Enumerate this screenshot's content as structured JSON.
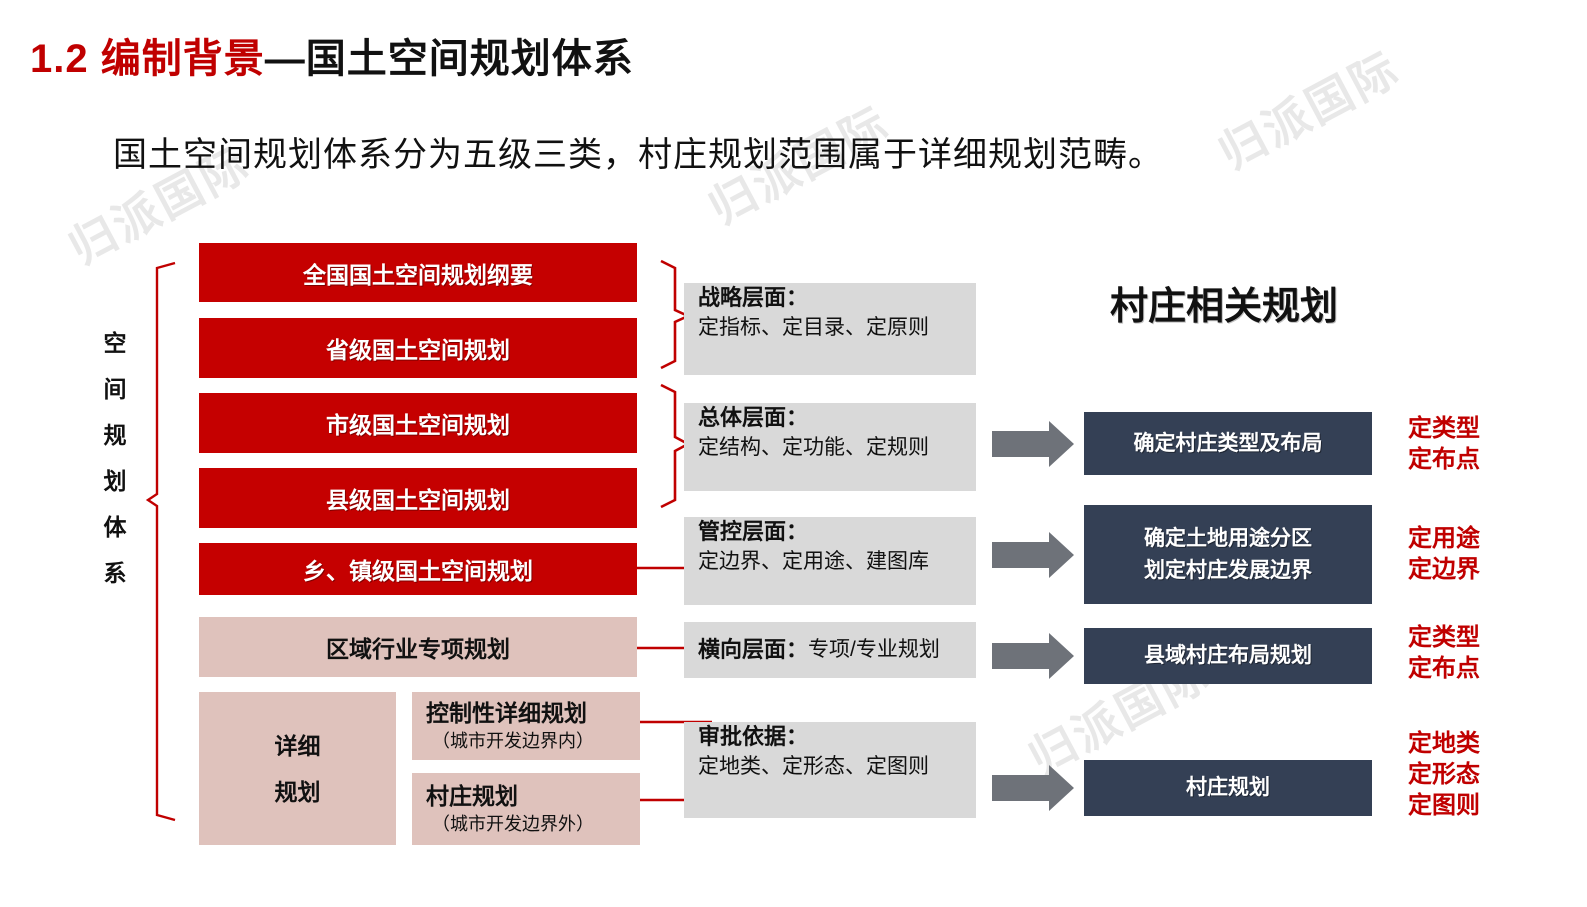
{
  "title": {
    "number_and_red": "1.2 编制背景",
    "black": "—国土空间规划体系"
  },
  "subtitle": "国土空间规划体系分为五级三类，村庄规划范围属于详细规划范畴。",
  "watermark": "归派国际",
  "left_axis_label": [
    "空",
    "间",
    "规",
    "划",
    "体",
    "系"
  ],
  "levels": [
    {
      "label": "全国国土空间规划纲要",
      "style": "red"
    },
    {
      "label": "省级国土空间规划",
      "style": "red"
    },
    {
      "label": "市级国土空间规划",
      "style": "red"
    },
    {
      "label": "县级国土空间规划",
      "style": "red"
    },
    {
      "label": "乡、镇级国土空间规划",
      "style": "red"
    },
    {
      "label": "区域行业专项规划",
      "style": "pink"
    },
    {
      "label": "详细\n规划",
      "style": "pink"
    }
  ],
  "detail_label_line1": "详细",
  "detail_label_line2": "规划",
  "detail_boxes": [
    {
      "head": "控制性详细规划",
      "note": "（城市开发边界内）"
    },
    {
      "head": "村庄规划",
      "note": "（城市开发边界外）"
    }
  ],
  "middle_boxes": [
    {
      "head": "战略层面：",
      "sub": "定指标、定目录、定原则",
      "inline": false
    },
    {
      "head": "总体层面：",
      "sub": "定结构、定功能、定规则",
      "inline": false
    },
    {
      "head": "管控层面：",
      "sub": "定边界、定用途、建图库",
      "inline": false
    },
    {
      "head": "横向层面：",
      "sub": "专项/专业规划",
      "inline": true
    },
    {
      "head": "审批依据：",
      "sub": "定地类、定形态、定图则",
      "inline": false
    }
  ],
  "right_heading": "村庄相关规划",
  "right_boxes": [
    {
      "lines": [
        "确定村庄类型及布局"
      ]
    },
    {
      "lines": [
        "确定土地用途分区",
        "划定村庄发展边界"
      ]
    },
    {
      "lines": [
        "县域村庄布局规划"
      ]
    },
    {
      "lines": [
        "村庄规划"
      ]
    }
  ],
  "annotations": [
    {
      "lines": [
        "定类型",
        "定布点"
      ]
    },
    {
      "lines": [
        "定用途",
        "定边界"
      ]
    },
    {
      "lines": [
        "定类型",
        "定布点"
      ]
    },
    {
      "lines": [
        "定地类",
        "定形态",
        "定图则"
      ]
    }
  ],
  "colors": {
    "red": "#c50000",
    "dark_red": "#c00000",
    "pink": "#dfc2bc",
    "gray": "#d9d9d9",
    "navy": "#344055",
    "arrow": "#6e7279"
  }
}
